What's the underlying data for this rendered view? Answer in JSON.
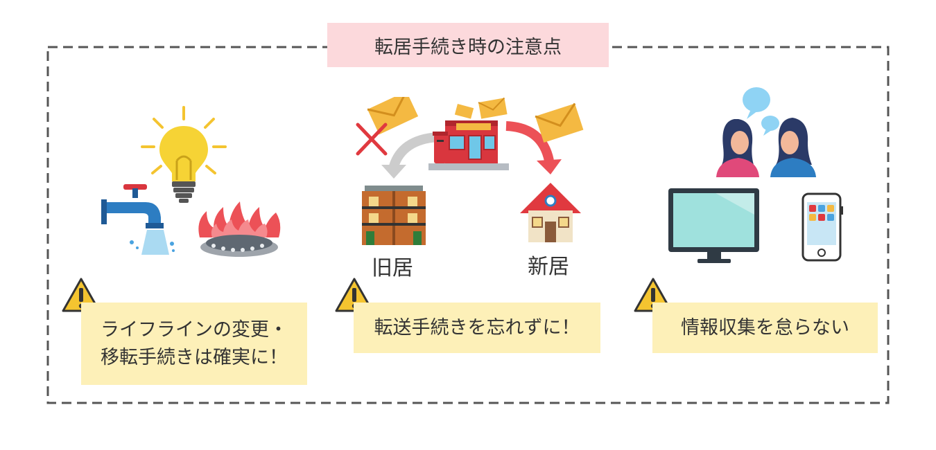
{
  "title": "転居手続き時の注意点",
  "colors": {
    "frame": "#555555",
    "title_bg": "#fcd9dc",
    "note_bg": "#fdf0b8",
    "warning": "#f4c430",
    "arrow_red": "#ec5157",
    "arrow_gray": "#cccccc"
  },
  "panels": [
    {
      "icons": [
        "light-bulb-icon",
        "water-faucet-icon",
        "gas-burner-icon",
        "warning-icon"
      ],
      "note_lines": [
        "ライフラインの変更・",
        "移転手続きは確実に！"
      ]
    },
    {
      "icons": [
        "post-office-icon",
        "envelope-icon",
        "cross-mark-icon",
        "apartment-icon",
        "house-icon",
        "warning-icon"
      ],
      "old_label": "旧居",
      "new_label": "新居",
      "note_lines": [
        "転送手続きを忘れずに！"
      ]
    },
    {
      "icons": [
        "people-talking-icon",
        "speech-bubble-icon",
        "monitor-icon",
        "smartphone-icon",
        "warning-icon"
      ],
      "note_lines": [
        "情報収集を怠らない"
      ]
    }
  ]
}
